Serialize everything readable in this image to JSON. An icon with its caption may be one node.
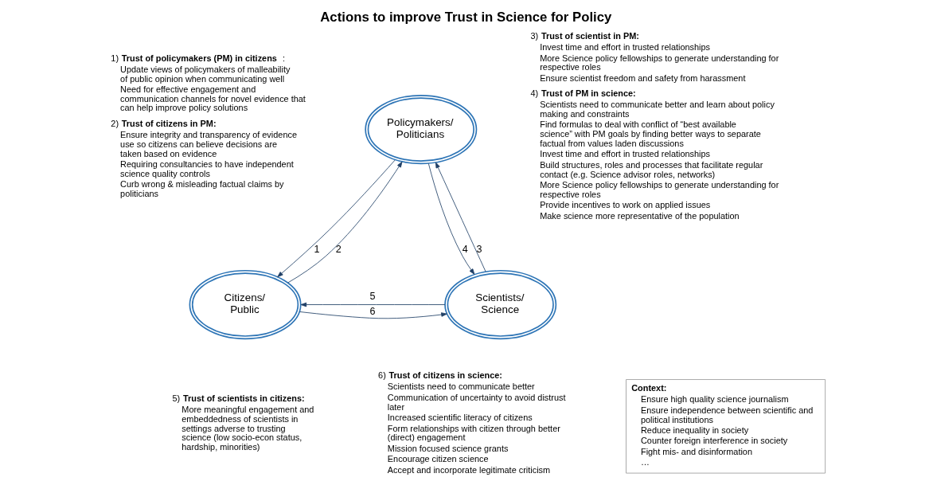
{
  "diagram": {
    "title": "Actions to improve Trust in Science for Policy",
    "nodes": [
      {
        "text": [
          "Policymakers/ Politicians"
        ]
      },
      {
        "text": [
          "Citizens/ Public"
        ]
      },
      {
        "text": [
          "Scientists/ Science"
        ]
      },
      {
        "text": [
          "Context:",
          "Ensure high quality science journalism",
          "Ensure independence between scientific and political institutions",
          "Reduce inequality in society",
          "Counter foreign interference in society",
          "Fight mis- and disinformation",
          "…"
        ]
      }
    ],
    "edges": [
      {
        "from": 0,
        "to": 1,
        "arrow": "to",
        "label": "1"
      },
      {
        "from": 1,
        "to": 0,
        "arrow": "to",
        "label": "2"
      },
      {
        "from": 2,
        "to": 0,
        "arrow": "to",
        "label": "3"
      },
      {
        "from": 0,
        "to": 2,
        "arrow": "to",
        "label": "4"
      },
      {
        "from": 2,
        "to": 1,
        "arrow": "to",
        "label": "5"
      },
      {
        "from": 1,
        "to": 2,
        "arrow": "to",
        "label": "6"
      }
    ],
    "labels": [
      "1) **Trust of policymakers (PM) in citizens**:",
      "Update views of policymakers of malleability of public opinion when communicating well",
      "Need for effective engagement and communication channels for novel evidence that can help improve policy solutions",
      "2) **Trust of citizens in PM:**",
      "Ensure integrity and transparency of evidence use so citizens can believe decisions are taken based on evidence",
      "Requiring consultancies to have independent science quality controls",
      "Curb wrong & misleading factual claims by politicians",
      "3) **Trust of scientist in PM:**",
      "Invest time and effort in trusted relationships",
      "More Science policy fellowships to generate understanding for respective roles",
      "Ensure scientist freedom and safety from harassment",
      "4) **Trust of PM in science:**",
      "Scientists need to communicate better and learn about policy making and constraints",
      "Find formulas to deal with conflict of “best available science” with PM goals by finding better ways to separate factual from values laden discussions",
      "Invest time and effort in trusted relationships",
      "Build structures, roles and processes that facilitate regular contact (e.g. Science advisor roles, networks)",
      "More Science policy fellowships to generate understanding for respective roles",
      "Provide incentives to work on applied issues",
      "Make science more representative of the population",
      "5) **Trust of scientists in citizens:**",
      "More meaningful engagement and embeddedness of scientists in settings adverse to trusting science (low socio-econ status, hardship, minorities)",
      "6) **Trust of citizens in science:**",
      "Scientists need to communicate better",
      "Communication of uncertainty to avoid distrust later",
      "Increased scientific literacy of citizens",
      "Form relationships with citizen through better (direct) engagement",
      "Mission focused science grants",
      "Encourage citizen science",
      "Accept and incorporate legitimate criticism"
    ]
  }
}
